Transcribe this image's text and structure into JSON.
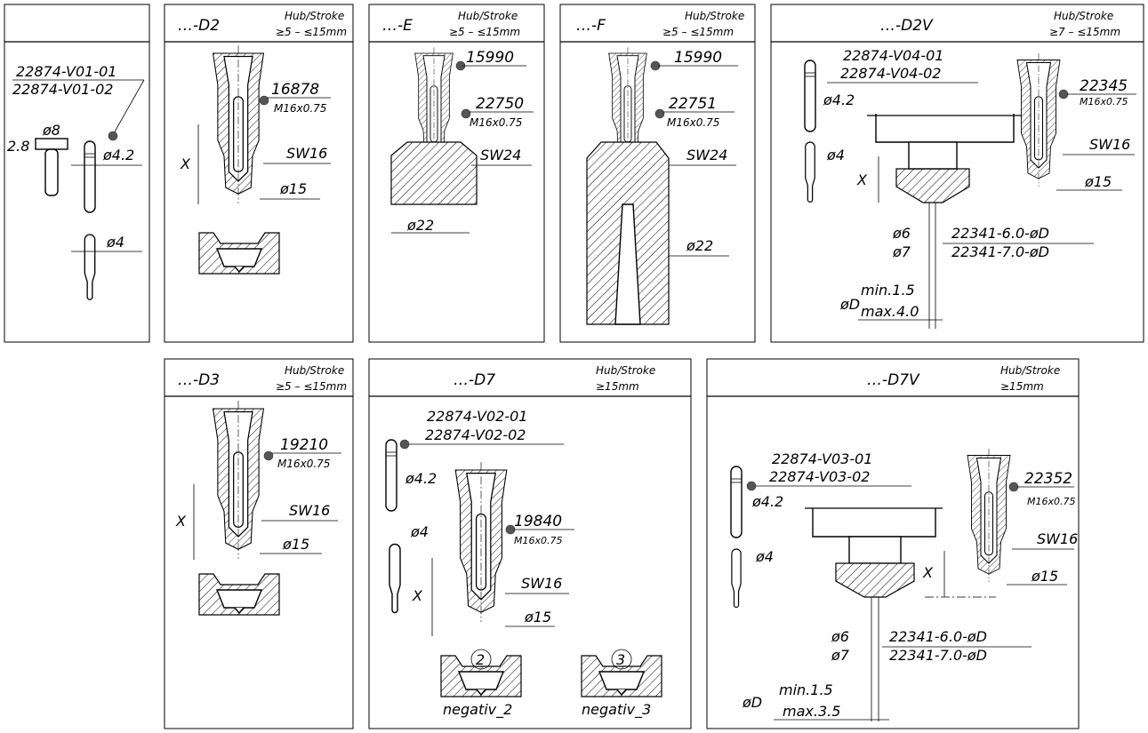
{
  "common": {
    "hub": "Hub/Stroke"
  },
  "panels": {
    "v01": {
      "part_a": "22874-V01-01",
      "part_b": "22874-V01-02",
      "d8": "ø8",
      "l28": "2.8",
      "d42": "ø4.2",
      "d4": "ø4"
    },
    "d2": {
      "title": "…-D2",
      "range": "≥5 – ≤15mm",
      "part": "16878",
      "thread": "M16x0.75",
      "sw": "SW16",
      "d15": "ø15",
      "x": "X"
    },
    "e": {
      "title": "…-E",
      "range": "≥5 – ≤15mm",
      "top": "15990",
      "part": "22750",
      "thread": "M16x0.75",
      "sw": "SW24",
      "d22": "ø22"
    },
    "f": {
      "title": "…-F",
      "range": "≥5 – ≤15mm",
      "top": "15990",
      "part": "22751",
      "thread": "M16x0.75",
      "sw": "SW24",
      "d22": "ø22"
    },
    "d2v": {
      "title": "…-D2V",
      "range": "≥7 – ≤15mm",
      "pin_a": "22874-V04-01",
      "pin_b": "22874-V04-02",
      "d42": "ø4.2",
      "d4": "ø4",
      "part": "22345",
      "thread": "M16x0.75",
      "sw": "SW16",
      "d15": "ø15",
      "x": "X",
      "d6": "ø6",
      "d7": "ø7",
      "tip_a": "22341-6.0-øD",
      "tip_b": "22341-7.0-øD",
      "dd": "øD",
      "min": "min.1.5",
      "max": "max.4.0"
    },
    "d3": {
      "title": "…-D3",
      "range": "≥5 – ≤15mm",
      "part": "19210",
      "thread": "M16x0.75",
      "sw": "SW16",
      "d15": "ø15",
      "x": "X"
    },
    "d7": {
      "title": "…-D7",
      "range": "≥15mm",
      "pin_a": "22874-V02-01",
      "pin_b": "22874-V02-02",
      "d42": "ø4.2",
      "d4": "ø4",
      "part": "19840",
      "thread": "M16x0.75",
      "sw": "SW16",
      "d15": "ø15",
      "x": "X",
      "n2": "2",
      "n3": "3",
      "neg2": "negativ_2",
      "neg3": "negativ_3"
    },
    "d7v": {
      "title": "…-D7V",
      "range": "≥15mm",
      "pin_a": "22874-V03-01",
      "pin_b": "22874-V03-02",
      "d42": "ø4.2",
      "d4": "ø4",
      "part": "22352",
      "thread": "M16x0.75",
      "sw": "SW16",
      "d15": "ø15",
      "x": "X",
      "d6": "ø6",
      "d7": "ø7",
      "tip_a": "22341-6.0-øD",
      "tip_b": "22341-7.0-øD",
      "dd": "øD",
      "min": "min.1.5",
      "max": "max.3.5"
    }
  }
}
